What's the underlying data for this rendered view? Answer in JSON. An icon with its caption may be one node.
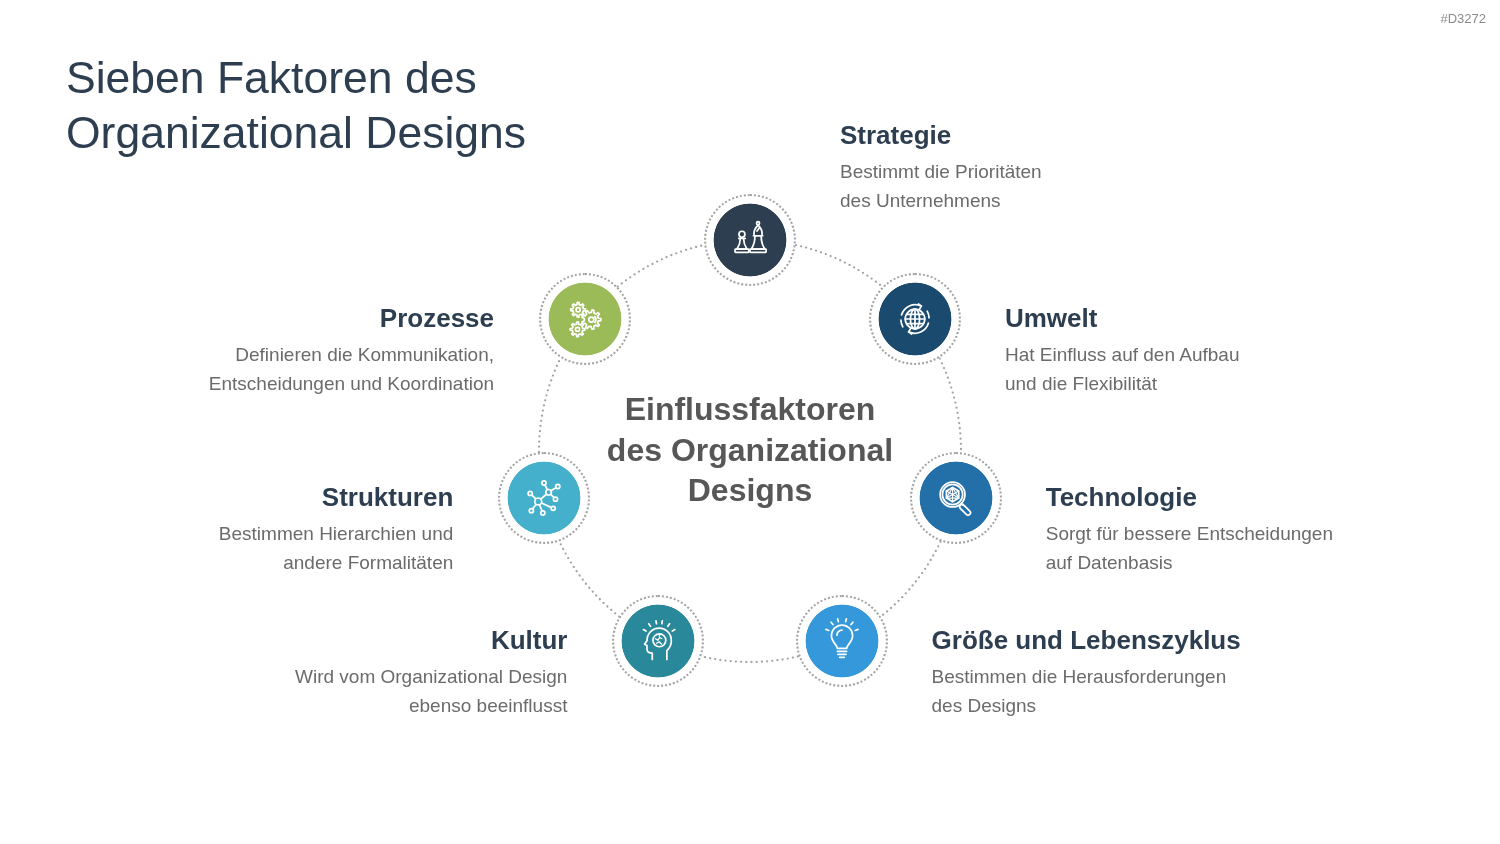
{
  "diagram": {
    "title": "Sieben Faktoren des Organizational Designs",
    "nodes": [
      {
        "text": [
          "Strategie",
          "Bestimmt die Prioritäten des Unternehmens"
        ]
      },
      {
        "text": [
          "Umwelt",
          "Hat Einfluss auf den Aufbau und die Flexibilität"
        ]
      },
      {
        "text": [
          "Technologie",
          "Sorgt für bessere Entscheidungen auf Datenbasis"
        ]
      },
      {
        "text": [
          "Größe und Lebenszyklus",
          "Bestimmen die Herausforderungen des Designs"
        ]
      },
      {
        "text": [
          "Kultur",
          "Wird vom Organizational Design ebenso beeinflusst"
        ]
      },
      {
        "text": [
          "Strukturen",
          "Bestimmen Hierarchien und andere Formalitäten"
        ]
      },
      {
        "text": [
          "Prozesse",
          "Definieren die Kommunikation, Entscheidungen und Koordination"
        ]
      }
    ],
    "edges": [
      {
        "from": 0,
        "to": 1,
        "arrow": "none",
        "style": "dashed"
      },
      {
        "from": 1,
        "to": 2,
        "arrow": "none",
        "style": "dashed"
      },
      {
        "from": 2,
        "to": 3,
        "arrow": "none",
        "style": "dashed"
      },
      {
        "from": 3,
        "to": 4,
        "arrow": "none",
        "style": "dashed"
      },
      {
        "from": 4,
        "to": 5,
        "arrow": "none",
        "style": "dashed"
      },
      {
        "from": 5,
        "to": 6,
        "arrow": "none",
        "style": "dashed"
      },
      {
        "from": 6,
        "to": 0,
        "arrow": "none",
        "style": "dashed"
      }
    ],
    "labels": [
      "Einflussfaktoren des Organizational Designs",
      "#D3272"
    ]
  }
}
